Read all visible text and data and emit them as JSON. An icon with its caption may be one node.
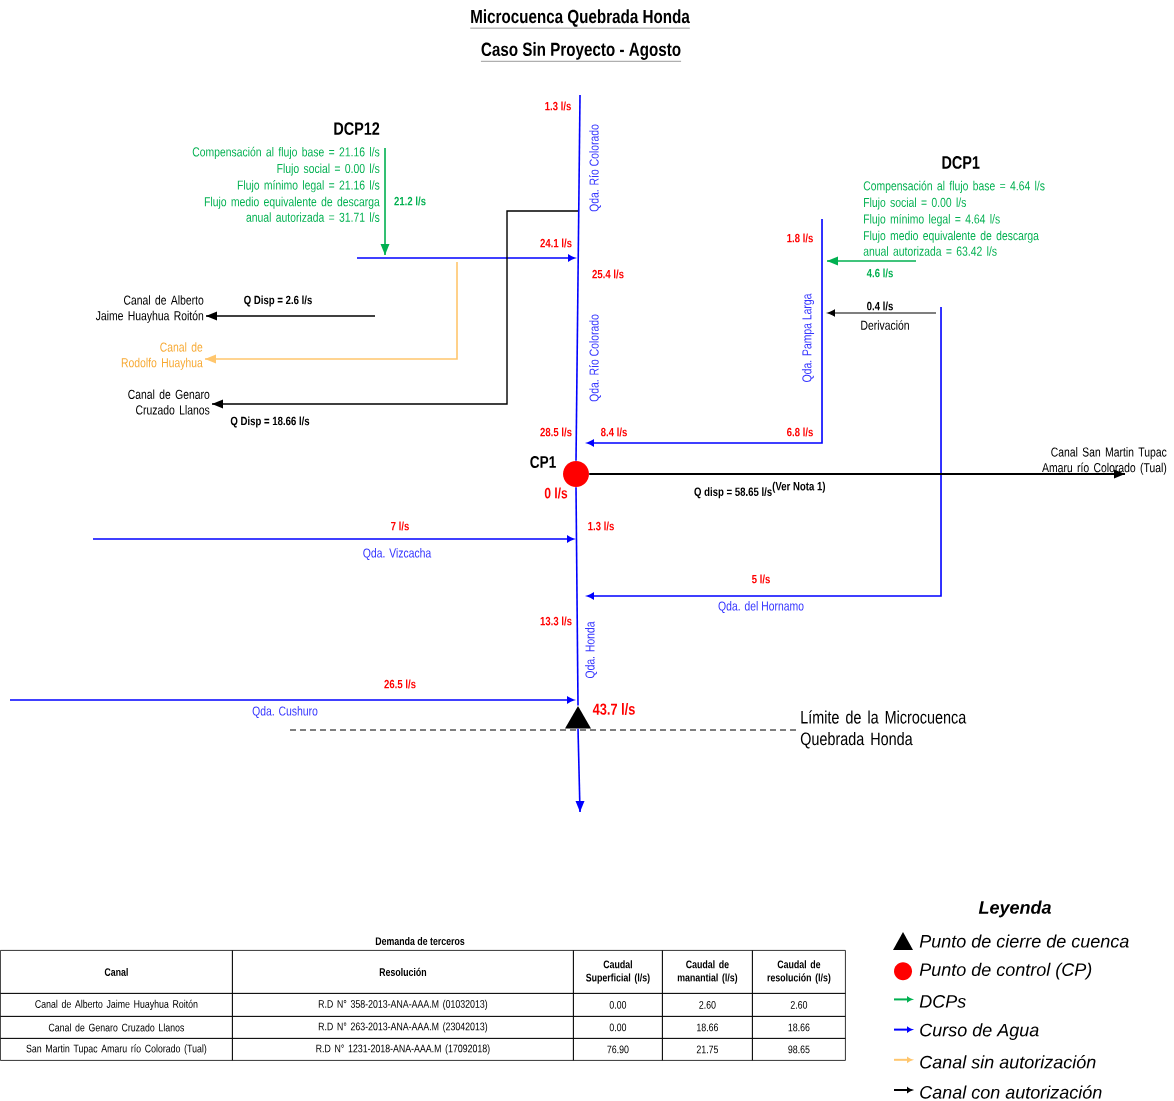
{
  "diagram": {
    "title": "Microcuenca Quebrada Honda",
    "nodes": [
      {
        "text": [
          "DCP12",
          "Compensación al flujo base = 21.16 l/s",
          "Flujo social = 0.00 l/s",
          "Flujo mínimo legal = 21.16 l/s",
          "Flujo medio equivalente de descarga anual autorizada = 31.71 l/s"
        ]
      },
      {
        "text": [
          "DCP1",
          "Compensación al flujo base = 4.64 l/s",
          "Flujo social = 0.00 l/s",
          "Flujo mínimo legal = 4.64 l/s",
          "Flujo medio equivalente de descarga anual autorizada = 63.42 l/s"
        ]
      },
      {
        "text": [
          "Canal de Alberto Jaime Huayhua Roitón"
        ]
      },
      {
        "text": [
          "Canal de Rodolfo Huayhua"
        ]
      },
      {
        "text": [
          "Canal de Genaro Cruzado Llanos"
        ]
      },
      {
        "text": [
          "Canal San Martin Tupac Amaru río Colorado (Tual)"
        ]
      },
      {
        "text": [],
        "shape": "circle",
        "beside": [
          "CP1"
        ]
      },
      {
        "text": [],
        "shape": "triangle"
      }
    ],
    "edges": [
      {
        "from": 0,
        "to": null,
        "arrow": "to",
        "label": "21.2 l/s",
        "color": "#00b050"
      },
      {
        "from": 1,
        "to": null,
        "arrow": "to",
        "label": "4.6 l/s",
        "color": "#00b050"
      },
      {
        "from": null,
        "to": 2,
        "arrow": "to",
        "label": "Q Disp = 2.6 l/s"
      },
      {
        "from": null,
        "to": 3,
        "arrow": "to",
        "color": "#ffc66d"
      },
      {
        "from": null,
        "to": 4,
        "arrow": "to",
        "label": "Q Disp = 18.66 l/s"
      },
      {
        "from": 6,
        "to": 5,
        "arrow": "to",
        "label": "\\textbf{Q disp = 58.65 l/s}^{\\textbf{(Ver Nota 1)}}"
      },
      {
        "from": null,
        "to": 6,
        "arrow": "none",
        "label": "1.3 l/s",
        "color": "#0000ff"
      },
      {
        "from": 6,
        "to": 7,
        "arrow": "none",
        "color": "#0000ff"
      },
      {
        "from": 7,
        "to": null,
        "arrow": "to",
        "color": "#0000ff"
      }
    ],
    "labels": [
      "Caso Sin Proyecto - Agosto",
      "Qda. Río Colorado",
      "24.1 l/s",
      "25.4 l/s",
      "1.8 l/s",
      "0.4 l/s",
      "Derivación",
      "Qda. Río Colorado",
      "Qda. Pampa Larga",
      "28.5 l/s",
      "8.4 l/s",
      "6.8 l/s",
      "0 l/s",
      "7 l/s",
      "1.3 l/s",
      "Qda. Vizcacha",
      "5 l/s",
      "Qda. del Hornamo",
      "13.3 l/s",
      "Qda. Honda",
      "26.5 l/s",
      "Qda. Cushuro",
      "43.7 l/s",
      "Límite de la Microcuenca Quebrada Honda",
      "Demanda de terceros",
      "Canal",
      "Resolución",
      "Caudal Superficial (l/s)",
      "Caudal de manantial (l/s)",
      "Caudal de resolución (l/s)",
      "Canal de Alberto Jaime Huayhua Roitón",
      "R.D N° 358-2013-ANA-AAA.M (01032013)",
      "0.00",
      "2.60",
      "2.60",
      "Canal de Genaro Cruzado Llanos",
      "R.D N° 263-2013-ANA-AAA.M (23042013)",
      "0.00",
      "18.66",
      "18.66",
      "San Martin Tupac Amaru río Colorado (Tual)",
      "R.D N° 1231-2018-ANA-AAA.M (17092018)",
      "76.90",
      "21.75",
      "98.65",
      "Leyenda"
    ],
    "legend": [
      {
        "text": "Punto de cierre de cuenca"
      },
      {
        "text": "Punto de control (CP)",
        "color": "#ff0000"
      },
      {
        "text": "DCPs"
      },
      {
        "text": "Curso de Agua"
      },
      {
        "text": "Canal sin autorización"
      },
      {
        "text": "Canal con autorización"
      }
    ]
  }
}
